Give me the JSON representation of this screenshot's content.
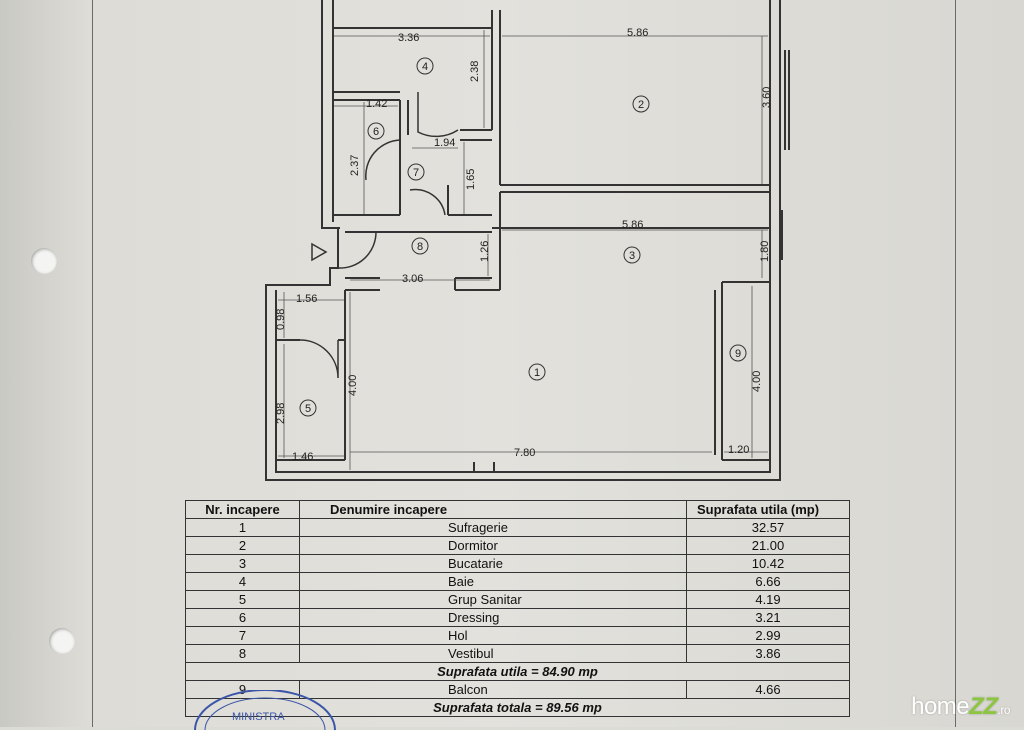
{
  "dimensions": {
    "d_4_w": "3.36",
    "d_4_h": "2.38",
    "d_2_w": "5.86",
    "d_2_h": "3.60",
    "d_6_w": "1.42",
    "d_6_h": "2.37",
    "d_7_w": "1.94",
    "d_7_h": "1.65",
    "d_8_w": "3.06",
    "d_8_h": "1.26",
    "d_3_w": "5.86",
    "d_3_h": "1.80",
    "d_5_top": "1.56",
    "d_5_small": "0.98",
    "d_5_h": "2.98",
    "d_5_bot": "1.46",
    "d_1_h": "4.00",
    "d_1_w": "7.80",
    "d_9_h": "4.00",
    "d_9_w": "1.20"
  },
  "room_labels": {
    "r1": "1",
    "r2": "2",
    "r3": "3",
    "r4": "4",
    "r5": "5",
    "r6": "6",
    "r7": "7",
    "r8": "8",
    "r9": "9"
  },
  "table": {
    "headers": [
      "Nr. incapere",
      "Denumire incapere",
      "Suprafata utila (mp)"
    ],
    "rows": [
      {
        "nr": "1",
        "name": "Sufragerie",
        "area": "32.57"
      },
      {
        "nr": "2",
        "name": "Dormitor",
        "area": "21.00"
      },
      {
        "nr": "3",
        "name": "Bucatarie",
        "area": "10.42"
      },
      {
        "nr": "4",
        "name": "Baie",
        "area": "6.66"
      },
      {
        "nr": "5",
        "name": "Grup Sanitar",
        "area": "4.19"
      },
      {
        "nr": "6",
        "name": "Dressing",
        "area": "3.21"
      },
      {
        "nr": "7",
        "name": "Hol",
        "area": "2.99"
      },
      {
        "nr": "8",
        "name": "Vestibul",
        "area": "3.86"
      }
    ],
    "subtotal": "Suprafata utila = 84.90 mp",
    "balcony": {
      "nr": "9",
      "name": "Balcon",
      "area": "4.66"
    },
    "total": "Suprafata totala = 89.56 mp"
  },
  "stamp_text": "MINISTRA",
  "watermark": {
    "prefix": "home",
    "accent": "ZZ",
    "suffix": ".ro"
  }
}
